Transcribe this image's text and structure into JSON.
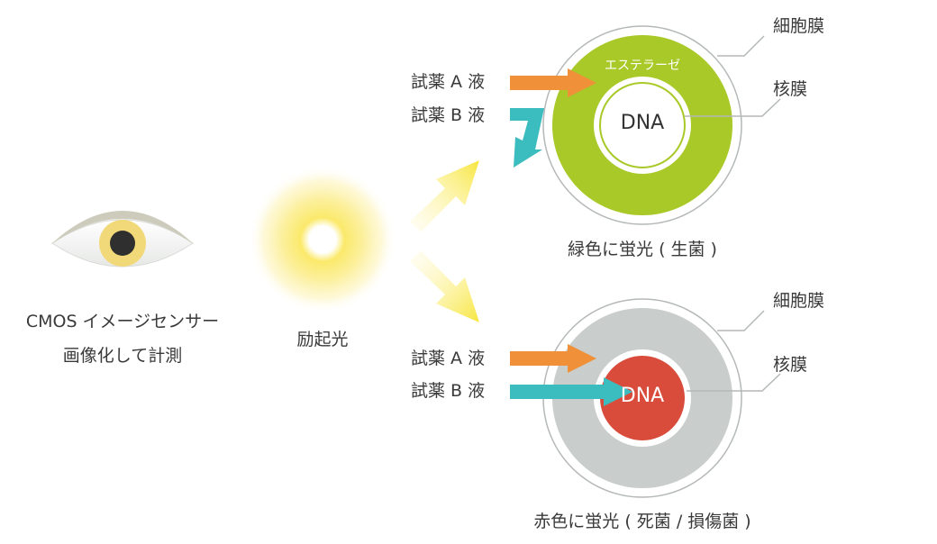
{
  "left": {
    "sensor_line1": "CMOS イメージセンサー",
    "sensor_line2": "画像化して計測",
    "light_label": "励起光"
  },
  "top_cell": {
    "reagent_a": "試薬 A 液",
    "reagent_b": "試薬 B 液",
    "enzyme": "エステラーゼ",
    "dna": "DNA",
    "membrane": "細胞膜",
    "nucleus_membrane": "核膜",
    "caption": "緑色に蛍光 ( 生菌 )"
  },
  "bottom_cell": {
    "reagent_a": "試薬 A 液",
    "reagent_b": "試薬 B 液",
    "dna": "DNA",
    "membrane": "細胞膜",
    "nucleus_membrane": "核膜",
    "caption": "赤色に蛍光 ( 死菌 / 損傷菌 )"
  },
  "colors": {
    "green_cell": "#a8c928",
    "gray_cell": "#c9cecd",
    "dna_red": "#d94c3c",
    "orange_arrow": "#f0913a",
    "teal_arrow": "#3bbcbf",
    "yellow": "#f5e13a",
    "outline": "#b5b8b8"
  }
}
